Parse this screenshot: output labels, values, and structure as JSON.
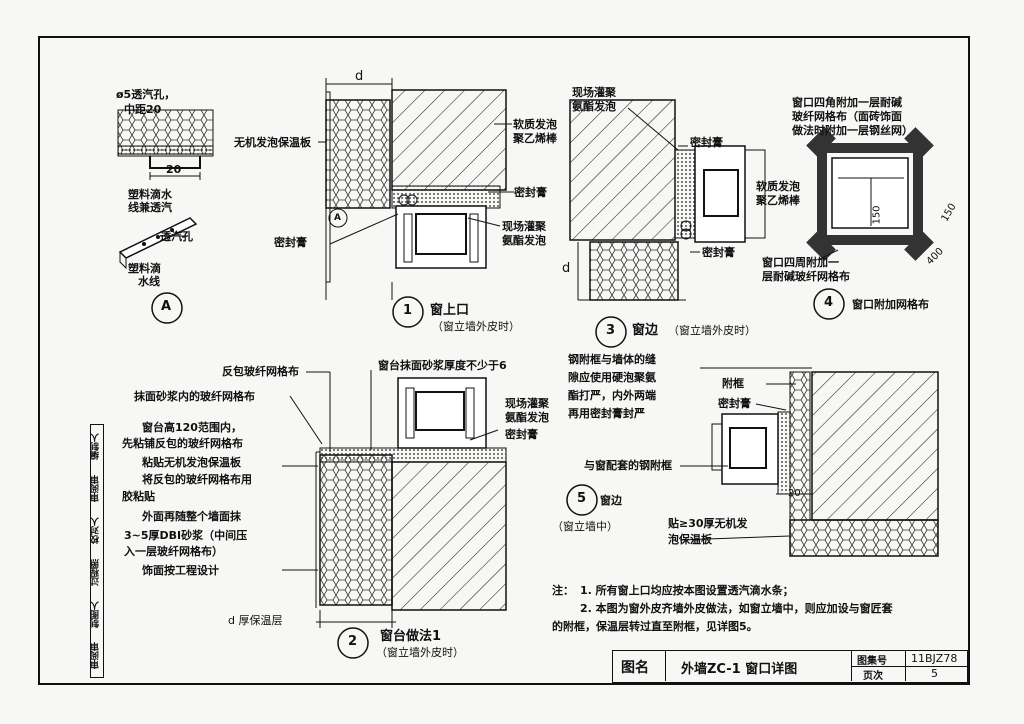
{
  "details": {
    "A": {
      "label": "A",
      "vent_hole_line1": "ø5透汽孔，",
      "vent_hole_line2": "中距20",
      "width_dim": "20",
      "drip_line1": "塑料滴水",
      "drip_line2": "线兼透汽",
      "iso_vent": "透汽孔",
      "iso_drip_line1": "塑料滴",
      "iso_drip_line2": "水线"
    },
    "d1": {
      "number": "1",
      "title": "窗上口",
      "subtitle": "（窗立墙外皮时）",
      "dim_d": "d",
      "insulation_board": "无机发泡保温板",
      "soft_foam_line1": "软质发泡",
      "soft_foam_line2": "聚乙烯棒",
      "sealant_right": "密封膏",
      "onsite_foam_line1": "现场灌聚",
      "onsite_foam_line2": "氨酯发泡",
      "sealant_left": "密封膏",
      "ref_A": "A"
    },
    "d3": {
      "number": "3",
      "title": "窗边",
      "subtitle": "（窗立墙外皮时）",
      "onsite_foam_line1": "现场灌聚",
      "onsite_foam_line2": "氨酯发泡",
      "sealant_top": "密封膏",
      "soft_foam_line1": "软质发泡",
      "soft_foam_line2": "聚乙烯棒",
      "sealant_bottom": "密封膏",
      "dim_d": "d"
    },
    "d4": {
      "number": "4",
      "title": "窗口附加网格布",
      "note_line1": "窗口四角附加一层耐碱",
      "note_line2": "玻纤网格布（面砖饰面",
      "note_line3": "做法时附加一层钢丝网）",
      "bottom_line1": "窗口四周附加一",
      "bottom_line2": "层耐碱玻纤网格布",
      "dim_150a": "150",
      "dim_150b": "150",
      "dim_400": "400"
    },
    "d2": {
      "number": "2",
      "title": "窗台做法1",
      "subtitle": "（窗立墙外皮时）",
      "wrap_mesh": "反包玻纤网格布",
      "sill_mortar": "窗台抹面砂浆厚度不少于6",
      "mortar_mesh": "抹面砂浆内的玻纤网格布",
      "onsite_foam_line1": "现场灌聚",
      "onsite_foam_line2": "氨酯发泡",
      "sealant": "密封膏",
      "steps": [
        "窗台高120范围内，",
        "先粘铺反包的玻纤网格布",
        "粘贴无机发泡保温板",
        "将反包的玻纤网格布用",
        "胶粘贴",
        "外面再随整个墙面抹",
        "3~5厚DBI砂浆（中间压",
        "入一层玻纤网格布）",
        "饰面按工程设计"
      ],
      "thickness": "d 厚保温层"
    },
    "d5": {
      "number": "5",
      "title": "窗边",
      "subtitle": "（窗立墙中）",
      "gap_note": [
        "钢附框与墙体的缝",
        "隙应使用硬泡聚氨",
        "酯打严，内外两端",
        "再用密封膏封严"
      ],
      "sub_frame": "附框",
      "sealant": "密封膏",
      "steel_frame": "与窗配套的钢附框",
      "dim_20": "20",
      "board_line1": "贴≥30厚无机发",
      "board_line2": "泡保温板"
    }
  },
  "notes": {
    "prefix": "注：",
    "line1": "1. 所有窗上口均应按本图设置透汽滴水条；",
    "line2": "2. 本图为窗外皮齐墙外皮做法，如窗立墙中，则应加设与窗匠套",
    "line3": "的附框，保温层转过直至附框，见详图5。"
  },
  "title_block": {
    "label_name": "图名",
    "drawing_title": "外墙ZC-1 窗口详图",
    "label_atlas": "图集号",
    "atlas_no": "11BJZ78",
    "label_page": "页次",
    "page_no": "5"
  },
  "sidebar": {
    "cells": [
      "编制人",
      "审阅审",
      "校对人",
      "过程照",
      "制图人",
      "审阅审"
    ]
  }
}
